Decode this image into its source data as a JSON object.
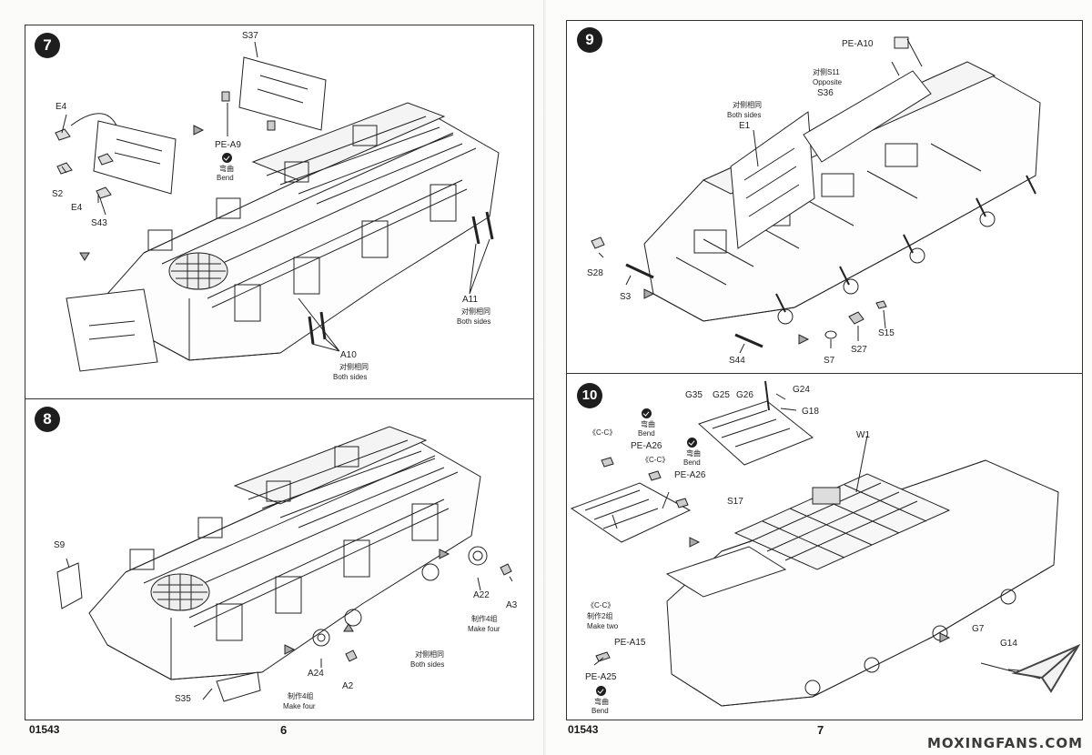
{
  "pages": {
    "left": {
      "kit_code": "01543",
      "page_number": "6"
    },
    "right": {
      "kit_code": "01543",
      "page_number": "7"
    }
  },
  "steps": {
    "s7": {
      "number": "7",
      "labels": {
        "s37": "S37",
        "e4a": "E4",
        "s2": "S2",
        "e4b": "E4",
        "s43": "S43",
        "pea9": "PE-A9",
        "bend_cn": "弯曲",
        "bend_en": "Bend",
        "a11": "A11",
        "a11_cn": "对侧相同",
        "a11_en": "Both sides",
        "a10": "A10",
        "a10_cn": "对侧相同",
        "a10_en": "Both sides"
      }
    },
    "s8": {
      "number": "8",
      "labels": {
        "s9": "S9",
        "a22": "A22",
        "a3": "A3",
        "make4a_cn": "制作4组",
        "make4a_en": "Make four",
        "both_cn": "对侧相同",
        "both_en": "Both sides",
        "a24": "A24",
        "a2": "A2",
        "make4b_cn": "制作4组",
        "make4b_en": "Make four",
        "s35": "S35"
      }
    },
    "s9": {
      "number": "9",
      "labels": {
        "pea10": "PE-A10",
        "s11_cn": "对侧S11",
        "s11_en": "Opposite",
        "s36": "S36",
        "e1_cn": "对侧相同",
        "e1_en": "Both sides",
        "e1": "E1",
        "s28": "S28",
        "s3": "S3",
        "s44": "S44",
        "s7": "S7",
        "s27": "S27",
        "s15": "S15"
      }
    },
    "s10": {
      "number": "10",
      "labels": {
        "g35": "G35",
        "g25": "G25",
        "g26": "G26",
        "g24": "G24",
        "g18": "G18",
        "cc1": "《C-C》",
        "bend1_cn": "弯曲",
        "bend1_en": "Bend",
        "pea26a": "PE-A26",
        "cc2": "《C-C》",
        "bend2_cn": "弯曲",
        "bend2_en": "Bend",
        "pea26b": "PE-A26",
        "s17": "S17",
        "w1": "W1",
        "cc3": "《C-C》",
        "make2_cn": "制作2组",
        "make2_en": "Make two",
        "pea15": "PE-A15",
        "pea25": "PE-A25",
        "bend3_cn": "弯曲",
        "bend3_en": "Bend",
        "g7": "G7",
        "g14": "G14"
      }
    }
  },
  "watermark": {
    "text": "MOXINGFANS.COM"
  }
}
